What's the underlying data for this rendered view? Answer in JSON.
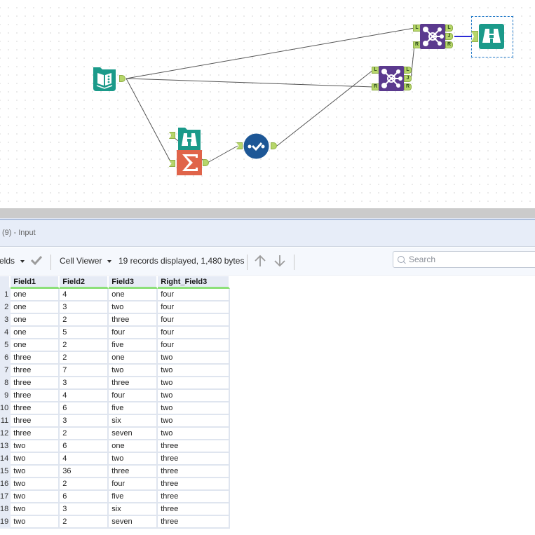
{
  "canvas": {
    "tools": [
      {
        "id": "input",
        "name": "Input Data",
        "icon": "book-icon",
        "color": "#1b9a8a"
      },
      {
        "id": "browse-1",
        "name": "Browse",
        "icon": "binoculars-icon",
        "color": "#1b9a8a"
      },
      {
        "id": "summarize",
        "name": "Summarize",
        "icon": "sigma-icon",
        "color": "#e0644a"
      },
      {
        "id": "data-cleanse",
        "name": "Unique/Check",
        "icon": "checkmark-circle-icon",
        "color": "#1d5796"
      },
      {
        "id": "join-1",
        "name": "Join",
        "icon": "join-icon",
        "color": "#5b3a8e"
      },
      {
        "id": "join-2",
        "name": "Join",
        "icon": "join-icon",
        "color": "#5b3a8e"
      },
      {
        "id": "browse-2",
        "name": "Browse",
        "icon": "binoculars-icon",
        "color": "#1b9a8a"
      }
    ],
    "anchor_labels": {
      "left": "L",
      "right": "R",
      "join": "J"
    },
    "selected_color": "#1f78c8",
    "connection_highlight_color": "#2b2bd6"
  },
  "results": {
    "title": "(9) - Input",
    "toolbar": {
      "fields_label": "elds",
      "cell_viewer_label": "Cell Viewer",
      "status": "19 records displayed, 1,480 bytes",
      "search_placeholder": "Search"
    },
    "columns": [
      "Field1",
      "Field2",
      "Field3",
      "Right_Field3"
    ],
    "rows": [
      {
        "n": "1",
        "c": [
          "one",
          "4",
          "one",
          "four"
        ]
      },
      {
        "n": "2",
        "c": [
          "one",
          "3",
          "two",
          "four"
        ]
      },
      {
        "n": "3",
        "c": [
          "one",
          "2",
          "three",
          "four"
        ]
      },
      {
        "n": "4",
        "c": [
          "one",
          "5",
          "four",
          "four"
        ]
      },
      {
        "n": "5",
        "c": [
          "one",
          "2",
          "five",
          "four"
        ]
      },
      {
        "n": "6",
        "c": [
          "three",
          "2",
          "one",
          "two"
        ]
      },
      {
        "n": "7",
        "c": [
          "three",
          "7",
          "two",
          "two"
        ]
      },
      {
        "n": "8",
        "c": [
          "three",
          "3",
          "three",
          "two"
        ]
      },
      {
        "n": "9",
        "c": [
          "three",
          "4",
          "four",
          "two"
        ]
      },
      {
        "n": "10",
        "c": [
          "three",
          "6",
          "five",
          "two"
        ]
      },
      {
        "n": "11",
        "c": [
          "three",
          "3",
          "six",
          "two"
        ]
      },
      {
        "n": "12",
        "c": [
          "three",
          "2",
          "seven",
          "two"
        ]
      },
      {
        "n": "13",
        "c": [
          "two",
          "6",
          "one",
          "three"
        ]
      },
      {
        "n": "14",
        "c": [
          "two",
          "4",
          "two",
          "three"
        ]
      },
      {
        "n": "15",
        "c": [
          "two",
          "36",
          "three",
          "three"
        ]
      },
      {
        "n": "16",
        "c": [
          "two",
          "2",
          "four",
          "three"
        ]
      },
      {
        "n": "17",
        "c": [
          "two",
          "6",
          "five",
          "three"
        ]
      },
      {
        "n": "18",
        "c": [
          "two",
          "3",
          "six",
          "three"
        ]
      },
      {
        "n": "19",
        "c": [
          "two",
          "2",
          "seven",
          "three"
        ]
      }
    ]
  }
}
